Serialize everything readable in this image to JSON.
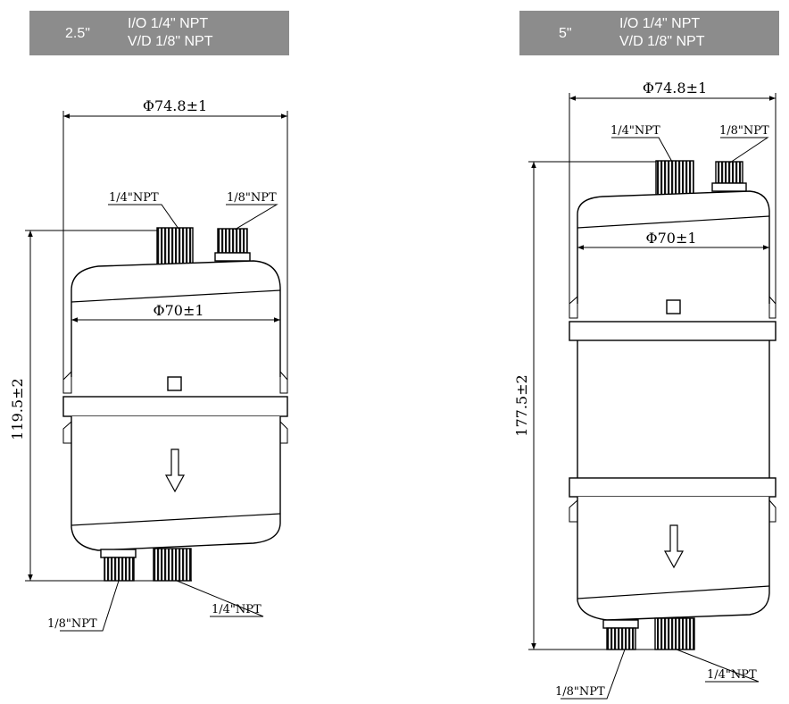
{
  "left": {
    "header": {
      "size": "2.5\"",
      "line1": "I/O  1/4\"  NPT",
      "line2": "V/D 1/8\"  NPT"
    },
    "dim_outer": "Φ74.8±1",
    "dim_inner": "Φ70±1",
    "height": "119.5±2",
    "top_port_large": "1/4\"NPT",
    "top_port_small": "1/8\"NPT",
    "bottom_port_small": "1/8\"NPT",
    "bottom_port_large": "1/4\"NPT"
  },
  "right": {
    "header": {
      "size": "5\"",
      "line1": "I/O  1/4\"  NPT",
      "line2": "V/D 1/8\"  NPT"
    },
    "dim_outer": "Φ74.8±1",
    "dim_inner": "Φ70±1",
    "height": "177.5±2",
    "top_port_large": "1/4\"NPT",
    "top_port_small": "1/8\"NPT",
    "bottom_port_small": "1/8\"NPT",
    "bottom_port_large": "1/4\"NPT"
  }
}
